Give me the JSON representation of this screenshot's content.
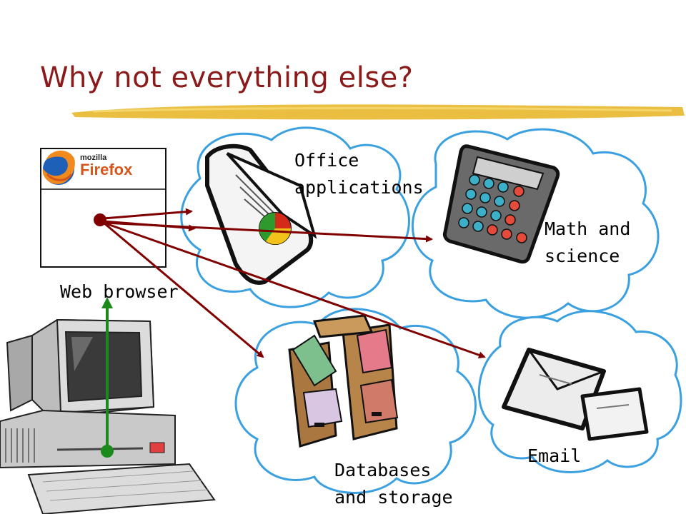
{
  "title": "Why not everything else?",
  "browser": {
    "brand_small": "mozilla",
    "brand_large": "Firefox",
    "label": "Web browser"
  },
  "services": {
    "office_line1": "Office",
    "office_line2": "applications",
    "math_line1": "Math and",
    "math_line2": "science",
    "db_line1": "Databases",
    "db_line2": "and storage",
    "email": "Email"
  },
  "colors": {
    "title": "#8b1a1a",
    "arrow": "#800000",
    "upload_arrow": "#1b8a1b",
    "cloud": "#3aa0e0",
    "highlight": "#e8b82c"
  }
}
